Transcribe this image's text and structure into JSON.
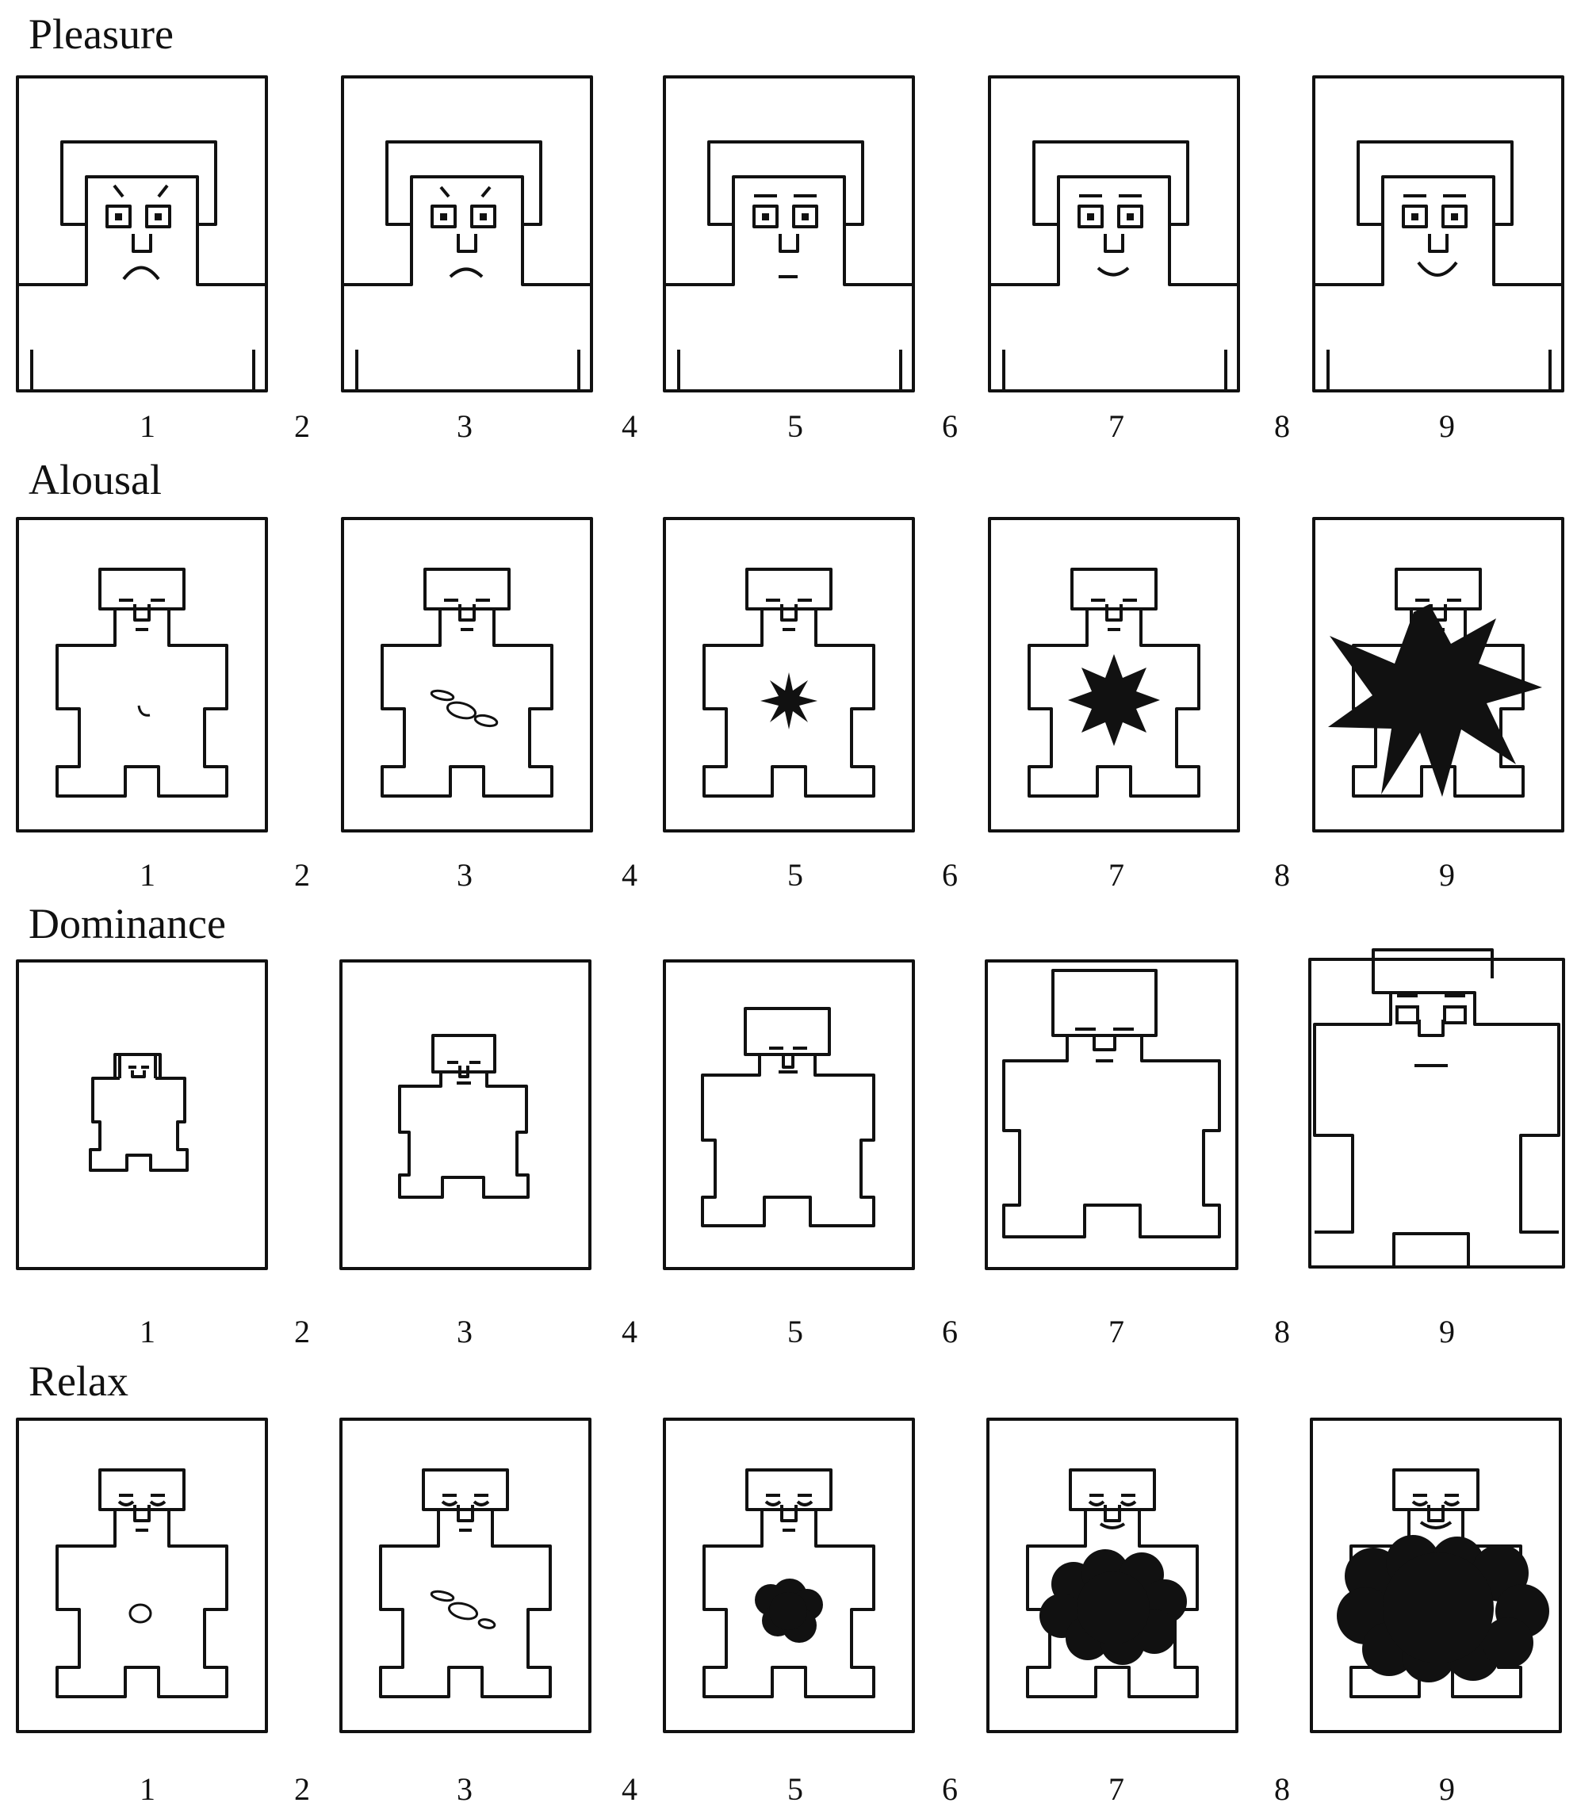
{
  "rows": [
    {
      "title": "Pleasure",
      "scale": [
        "1",
        "2",
        "3",
        "4",
        "5",
        "6",
        "7",
        "8",
        "9"
      ]
    },
    {
      "title": "Alousal",
      "scale": [
        "1",
        "2",
        "3",
        "4",
        "5",
        "6",
        "7",
        "8",
        "9"
      ]
    },
    {
      "title": "Dominance",
      "scale": [
        "1",
        "2",
        "3",
        "4",
        "5",
        "6",
        "7",
        "8",
        "9"
      ]
    },
    {
      "title": "Relax",
      "scale": [
        "1",
        "2",
        "3",
        "4",
        "5",
        "6",
        "7",
        "8",
        "9"
      ]
    }
  ]
}
